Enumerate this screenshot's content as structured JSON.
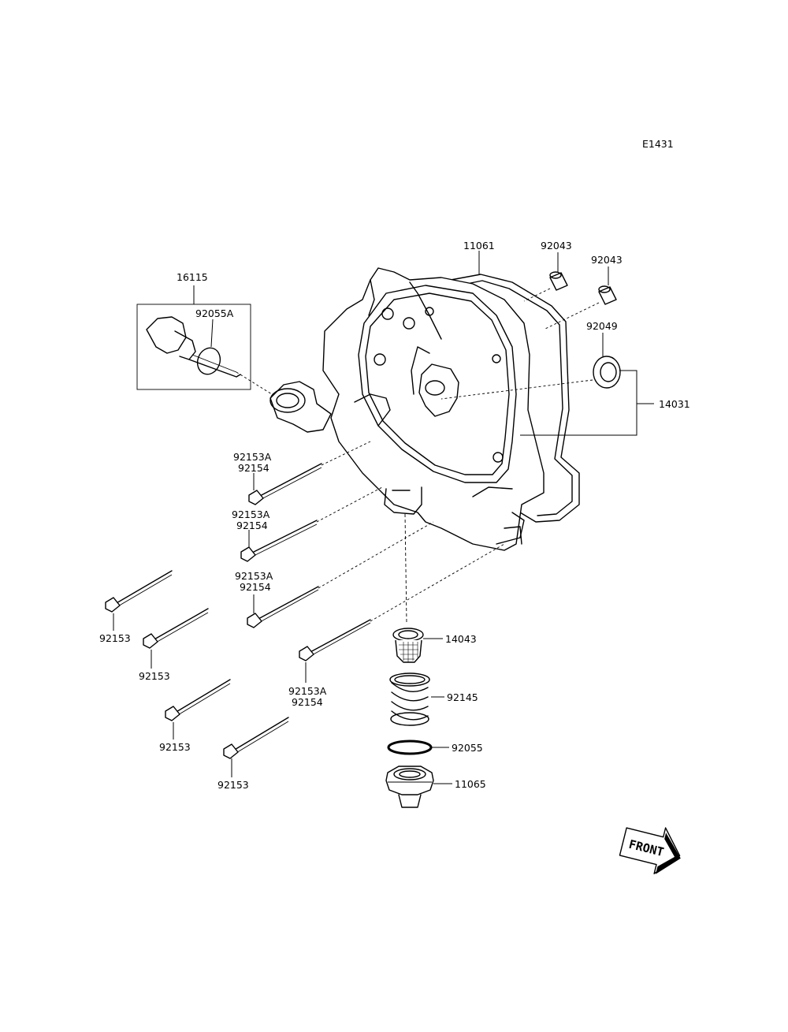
{
  "diagram_code": "E1431",
  "front_label": "FRONT",
  "parts": {
    "p16115": "16115",
    "p92055A": "92055A",
    "p11061": "11061",
    "p92043_a": "92043",
    "p92043_b": "92043",
    "p92049": "92049",
    "p14031": "14031",
    "p14043": "14043",
    "p92145": "92145",
    "p92055": "92055",
    "p11065": "11065",
    "bolt_label_1a": "92153A",
    "bolt_label_1b": "92154",
    "bolt_label_2a": "92153A",
    "bolt_label_2b": "92154",
    "bolt_label_3a": "92153A",
    "bolt_label_3b": "92154",
    "bolt_label_4a": "92153A",
    "bolt_label_4b": "92154",
    "bolt_92153_1": "92153",
    "bolt_92153_2": "92153",
    "bolt_92153_3": "92153",
    "bolt_92153_4": "92153"
  }
}
